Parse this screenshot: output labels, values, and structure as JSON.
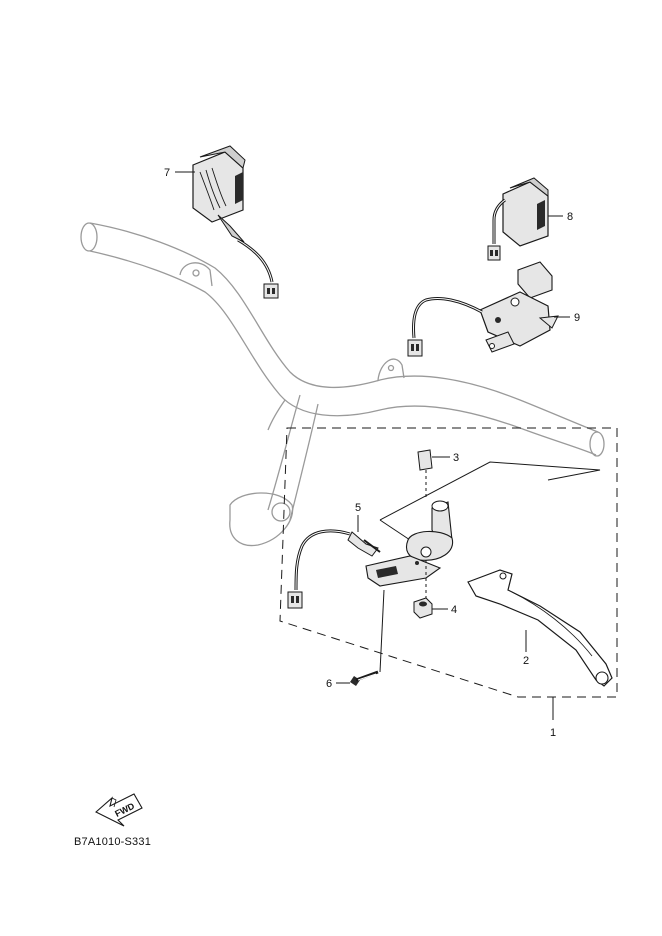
{
  "diagram_code": "B7A1010-S331",
  "fwd_label": "FWD",
  "callouts": {
    "c1": "1",
    "c2": "2",
    "c3": "3",
    "c4": "4",
    "c5": "5",
    "c6": "6",
    "c7": "7",
    "c8": "8",
    "c9": "9"
  },
  "colors": {
    "line": "#1a1a1a",
    "handlebar": "#9a9a9a",
    "part_fill": "#e6e6e6",
    "part_dark": "#2a2a2a"
  }
}
